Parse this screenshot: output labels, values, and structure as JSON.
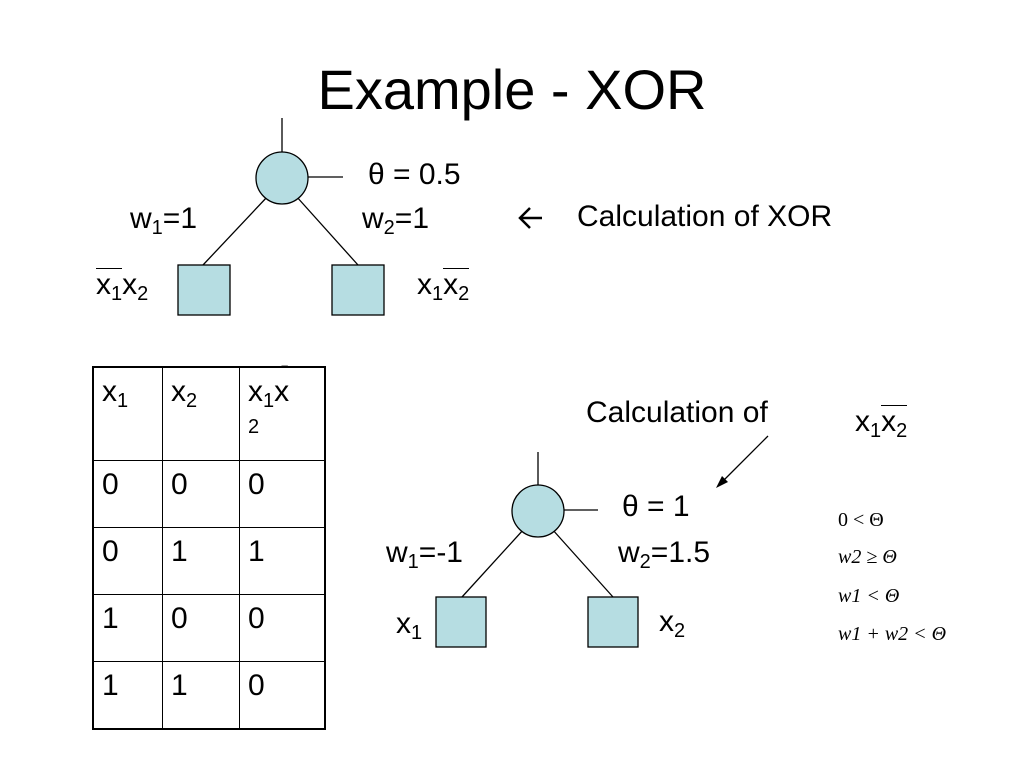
{
  "title": "Example - XOR",
  "top_net": {
    "theta": "θ = 0.5",
    "w1": {
      "w": "w",
      "sub": "1",
      "val": "=1"
    },
    "w2": {
      "w": "w",
      "sub": "2",
      "val": "=1"
    },
    "left_input": {
      "x1": "x",
      "s1": "1",
      "x2": "x",
      "s2": "2"
    },
    "right_input": {
      "x1": "x",
      "s1": "1",
      "x2": "x",
      "s2": "2"
    },
    "arrow": "",
    "calc": "Calculation of XOR"
  },
  "truth_table": {
    "headers": [
      {
        "base": "x",
        "sub": "1"
      },
      {
        "base": "x",
        "sub": "2"
      },
      {
        "a": "x",
        "asub": "1",
        "b": "x",
        "bsub": "2",
        "bar": "‾"
      }
    ],
    "rows": [
      [
        "0",
        "0",
        "0"
      ],
      [
        "0",
        "1",
        "1"
      ],
      [
        "1",
        "0",
        "0"
      ],
      [
        "1",
        "1",
        "0"
      ]
    ]
  },
  "bottom_net": {
    "calc_label": "Calculation of",
    "calc_term": {
      "x1": "x",
      "s1": "1",
      "x2": "x",
      "s2": "2"
    },
    "theta": "θ = 1",
    "w1": {
      "w": "w",
      "sub": "1",
      "val": "=-1"
    },
    "w2": {
      "w": "w",
      "sub": "2",
      "val": "=1.5"
    },
    "x1": {
      "x": "x",
      "sub": "1"
    },
    "x2": {
      "x": "x",
      "sub": "2"
    }
  },
  "inequalities": [
    "0 < Θ",
    "w2 ≥ Θ",
    "w1 < Θ",
    "w1 + w2 < Θ"
  ],
  "colors": {
    "node_fill": "#b6dde2",
    "background": "#ffffff"
  }
}
